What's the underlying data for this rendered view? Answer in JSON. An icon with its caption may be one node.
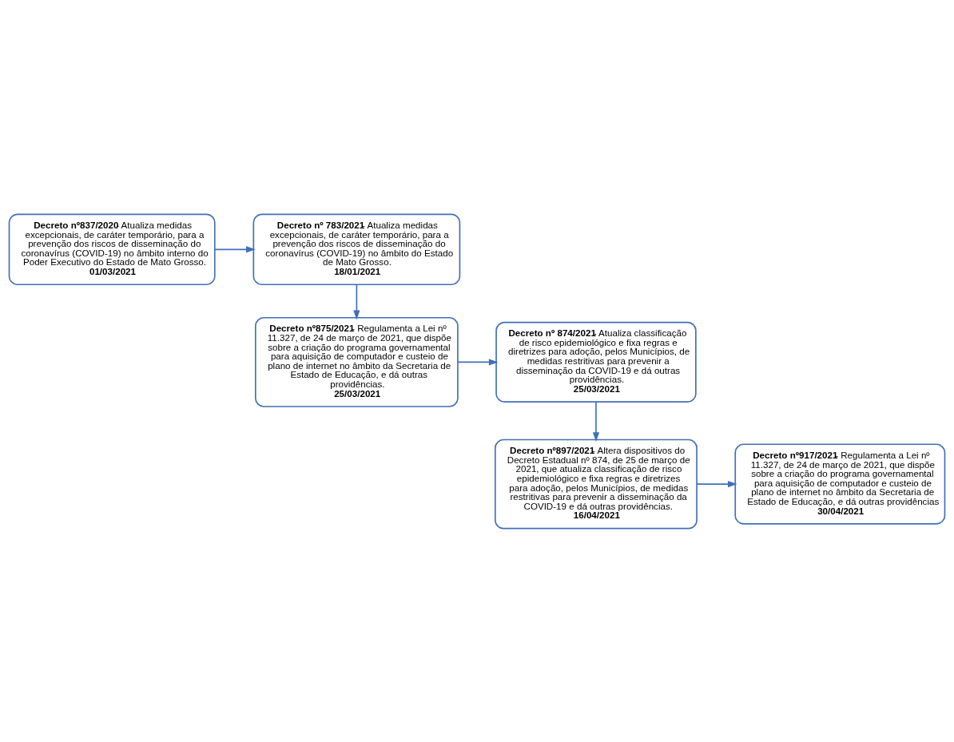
{
  "diagram": {
    "nodes": [
      {
        "text": [
          "**Decreto nº 783/2021**- Atualiza medidas excepcionais, de caráter temporário, para a prevenção dos riscos de disseminação do coronavírus (COVID-19) no âmbito do Estado de Mato Grosso.",
          "18/01/2021"
        ]
      },
      {
        "text": [
          "**Decreto nº837/2020**- Atualiza medidas excepcionais, de caráter temporário, para a prevenção dos riscos de disseminação do coronavírus (COVID-19) no âmbito interno do Poder Executivo do Estado de Mato Grosso.",
          "01/03/2021"
        ]
      },
      {
        "text": [
          "**Decreto nº875/2021**- Regulamenta a Lei nº 11.327, de 24 de março de 2021, que dispõe sobre a criação do programa governamental para aquisição de computador e custeio de plano de internet no âmbito da Secretaria de Estado de Educação, e dá outras providências.",
          "25/03/2021"
        ]
      },
      {
        "text": [
          "**Decreto nº 874/2021**- Atualiza classificação de risco epidemiológico e fixa regras e diretrizes para adoção, pelos Municípios, de medidas restritivas para prevenir a disseminação da COVID-19 e dá outras providências.",
          "25/03/2021"
        ]
      },
      {
        "text": [
          "**Decreto nº917/2021**- Regulamenta a Lei nº 11.327, de 24 de março de 2021, que dispõe sobre a criação do programa governamental para aquisição de computador e custeio de plano de internet no âmbito da Secretaria de Estado de Educação, e dá outras providências",
          "30/04/2021"
        ]
      },
      {
        "text": [
          "**Decreto nº897/2021**- Altera dispositivos do Decreto Estadual nº 874, de 25 de março de 2021, que atualiza classificação de risco epidemiológico e fixa regras e diretrizes para adoção, pelos Municípios, de medidas restritivas para prevenir a disseminação da COVID-19 e dá outras providências.",
          "16/04/2021"
        ]
      }
    ],
    "edges": [
      {
        "from": 1,
        "to": 0,
        "arrow": "to"
      },
      {
        "from": 0,
        "to": 2,
        "arrow": "to"
      },
      {
        "from": 2,
        "to": 3,
        "arrow": "to"
      },
      {
        "from": 3,
        "to": 5,
        "arrow": "to"
      },
      {
        "from": 5,
        "to": 4,
        "arrow": "to"
      }
    ]
  }
}
